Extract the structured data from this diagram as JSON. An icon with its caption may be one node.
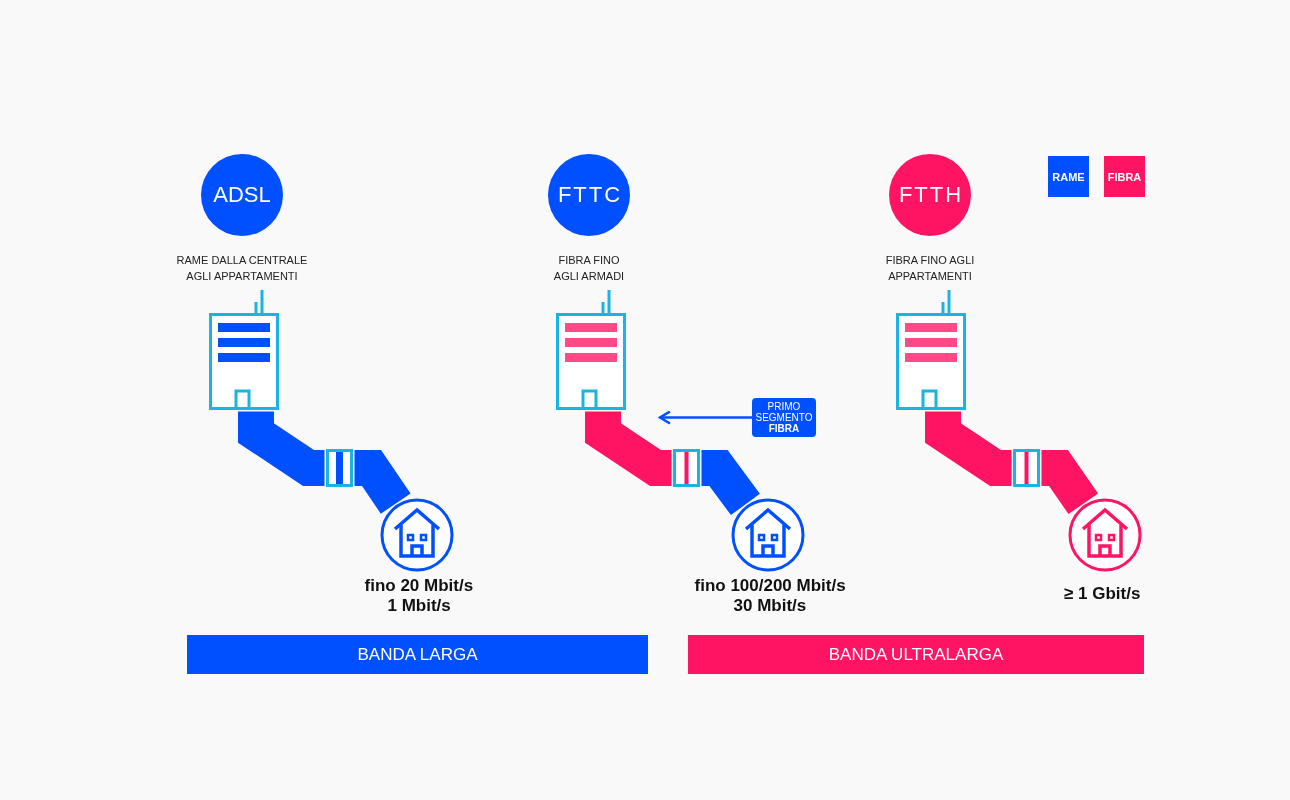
{
  "diagram": {
    "nodes": [
      {
        "text": [
          "ADSL"
        ]
      },
      {
        "text": [
          "FTTC"
        ]
      },
      {
        "text": [
          "FTTH"
        ]
      },
      {
        "text": [],
        "shape": "picture",
        "beside": [
          "RAME DALLA CENTRALE AGLI APPARTAMENTI"
        ]
      },
      {
        "text": [],
        "shape": "picture",
        "beside": [
          "FIBRA FINO AGLI ARMADI"
        ]
      },
      {
        "text": [],
        "shape": "picture",
        "beside": [
          "FIBRA FINO AGLI APPARTAMENTI"
        ]
      },
      {
        "text": [
          "PRIMO SEGMENTO **FIBRA**"
        ]
      },
      {
        "text": [],
        "shape": "box"
      },
      {
        "text": [],
        "shape": "box"
      },
      {
        "text": [],
        "shape": "box"
      },
      {
        "text": [],
        "shape": "circle",
        "beside": [
          "fino 20 Mbit/s",
          "1 Mbit/s"
        ]
      },
      {
        "text": [],
        "shape": "circle",
        "beside": [
          "fino 100/200 Mbit/s",
          "30 Mbit/s"
        ]
      },
      {
        "text": [],
        "shape": "circle",
        "beside": [
          "≥ 1 Gbit/s"
        ]
      },
      {
        "text": [
          "BANDA LARGA"
        ]
      },
      {
        "text": [
          "BANDA ULTRALARGA"
        ]
      }
    ],
    "edges": [
      {
        "from": 3,
        "to": 7,
        "arrow": "none",
        "color": "#0050ff"
      },
      {
        "from": 7,
        "to": 10,
        "arrow": "none",
        "color": "#0050ff"
      },
      {
        "from": 4,
        "to": 8,
        "arrow": "none",
        "color": "#ff1464"
      },
      {
        "from": 8,
        "to": 11,
        "arrow": "none",
        "color": "#0050ff"
      },
      {
        "from": 5,
        "to": 9,
        "arrow": "none",
        "color": "#ff1464"
      },
      {
        "from": 9,
        "to": 12,
        "arrow": "none",
        "color": "#ff1464"
      },
      {
        "from": 6,
        "to": null,
        "arrow": "to",
        "color": "#0050ff"
      }
    ],
    "legend": [
      {
        "text": "RAME",
        "color": "#0050ff"
      },
      {
        "text": "FIBRA",
        "color": "#ff1464"
      }
    ]
  }
}
